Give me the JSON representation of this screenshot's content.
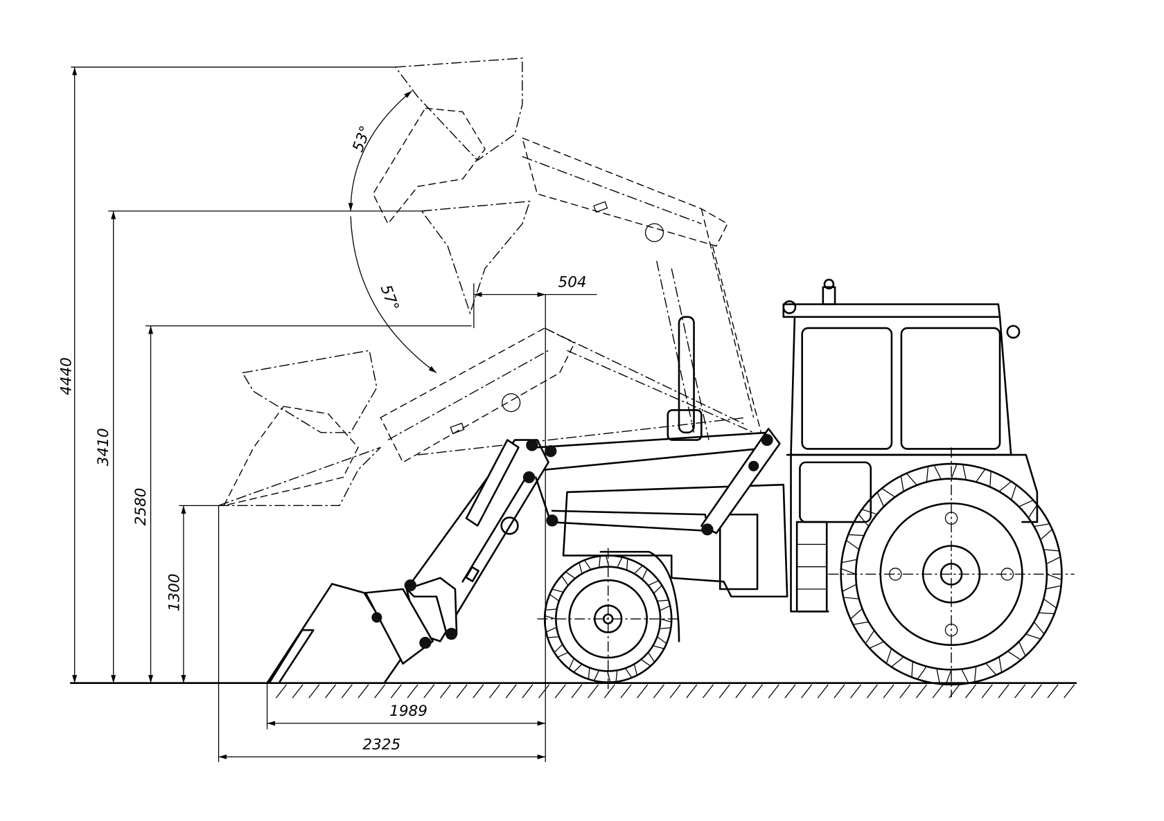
{
  "dimensions": {
    "height_max": "4440",
    "height_hinge": "3410",
    "height_dump": "2580",
    "height_mid": "1300",
    "reach_1989": "1989",
    "reach_2325": "2325",
    "reach_504": "504"
  },
  "angles": {
    "upper": "53°",
    "lower": "57°"
  }
}
